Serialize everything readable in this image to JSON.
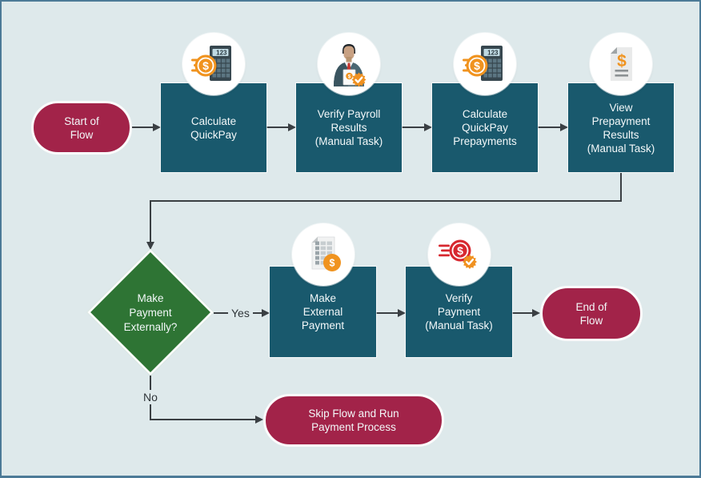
{
  "colors": {
    "background": "#DEE9EB",
    "frame_border": "#4C7A97",
    "task_fill": "#19596D",
    "terminal_fill": "#A22349",
    "decision_fill": "#2E7434",
    "arrow": "#3A3F43",
    "icon_orange": "#F0931F",
    "icon_red": "#D7282F",
    "label_text": "#F3F8F9"
  },
  "nodes": {
    "start": {
      "type": "terminal",
      "label": "Start of\nFlow"
    },
    "calculate_quickpay": {
      "type": "task",
      "label": "Calculate\nQuickPay",
      "icon": "calculator-coin-icon"
    },
    "verify_payroll_results": {
      "type": "task",
      "label": "Verify Payroll\nResults\n(Manual Task)",
      "icon": "person-verified-icon"
    },
    "calculate_quickpay_prepayments": {
      "type": "task",
      "label": "Calculate\nQuickPay\nPrepayments",
      "icon": "calculator-coin-icon"
    },
    "view_prepayment_results": {
      "type": "task",
      "label": "View\nPrepayment\nResults\n(Manual Task)",
      "icon": "dollar-document-icon"
    },
    "make_payment_externally": {
      "type": "decision",
      "label": "Make\nPayment\nExternally?"
    },
    "make_external_payment": {
      "type": "task",
      "label": "Make\nExternal\nPayment",
      "icon": "spreadsheet-coin-icon"
    },
    "verify_payment": {
      "type": "task",
      "label": "Verify\nPayment\n(Manual Task)",
      "icon": "coin-verified-icon"
    },
    "end": {
      "type": "terminal",
      "label": "End of\nFlow"
    },
    "skip_flow": {
      "type": "terminal",
      "label": "Skip Flow and Run\nPayment Process"
    }
  },
  "edge_labels": {
    "yes": "Yes",
    "no": "No"
  },
  "calculator_display": "123"
}
